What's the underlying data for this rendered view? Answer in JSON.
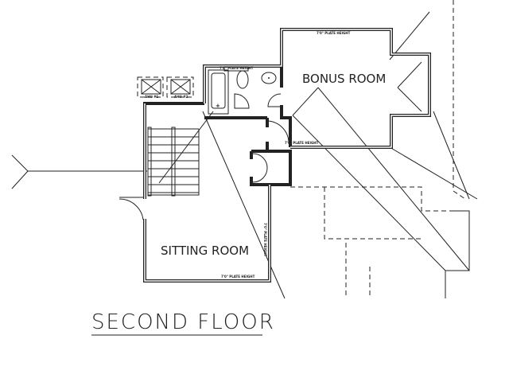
{
  "title": "SECOND FLOOR",
  "rooms": {
    "bonus": "BONUS ROOM",
    "sitting": "SITTING ROOM"
  },
  "notes": {
    "plate_height": "7'0\" PLATE HEIGHT",
    "ahu1": "AHU #1",
    "ahu2": "AHU #2"
  }
}
